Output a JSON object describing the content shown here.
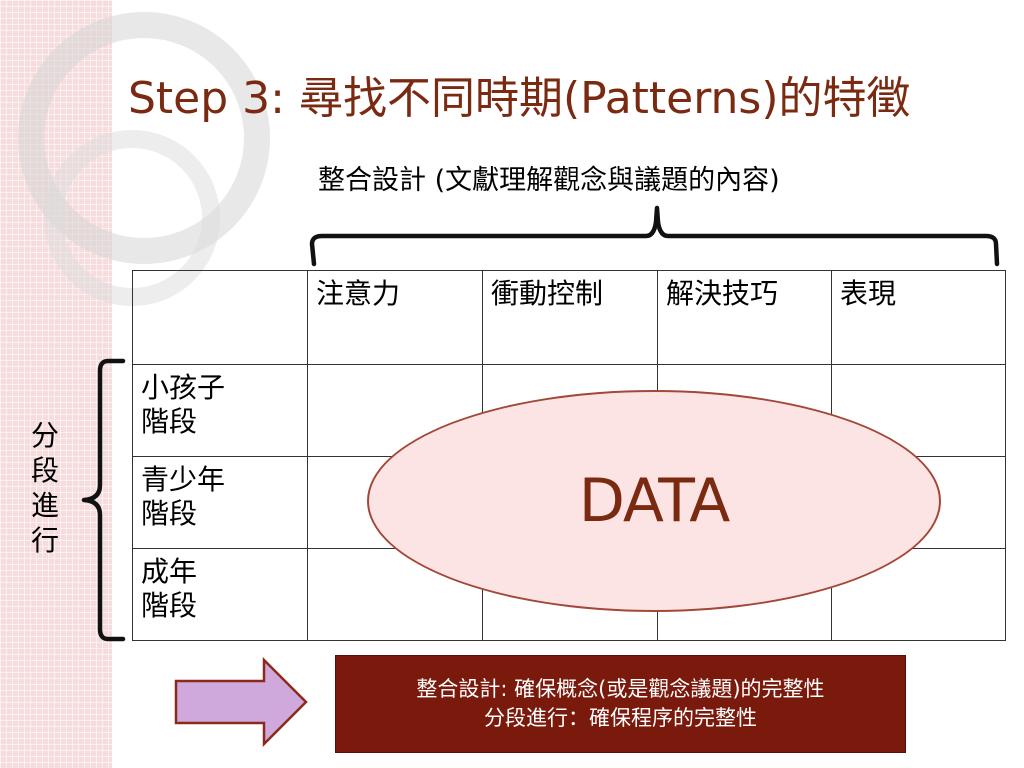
{
  "slide": {
    "title": "Step 3: 尋找不同時期(Patterns)的特徵",
    "subtitle": "整合設計 (文獻理解觀念與議題的內容)",
    "columns": [
      "",
      "注意力",
      "衝動控制",
      "解決技巧",
      "表現"
    ],
    "rows": [
      {
        "line1": "小孩子",
        "line2": "階段"
      },
      {
        "line1": "青少年",
        "line2": "階段"
      },
      {
        "line1": "成年",
        "line2": "階段"
      }
    ],
    "vertical_label": [
      "分",
      "段",
      "進",
      "行"
    ],
    "ellipse_text": "DATA",
    "note": {
      "line1": "整合設計: 確保概念(或是觀念議題)的完整性",
      "line2": "分段進行：確保程序的完整性"
    },
    "colors": {
      "title": "#7b2a12",
      "ellipse_fill": "#fce4e4",
      "ellipse_border": "#a24838",
      "note_bg": "#7a1a0c",
      "arrow_fill": "#cfa8dc",
      "arrow_stroke": "#8b2a1c",
      "sidebar": "#f6dcdc"
    }
  }
}
